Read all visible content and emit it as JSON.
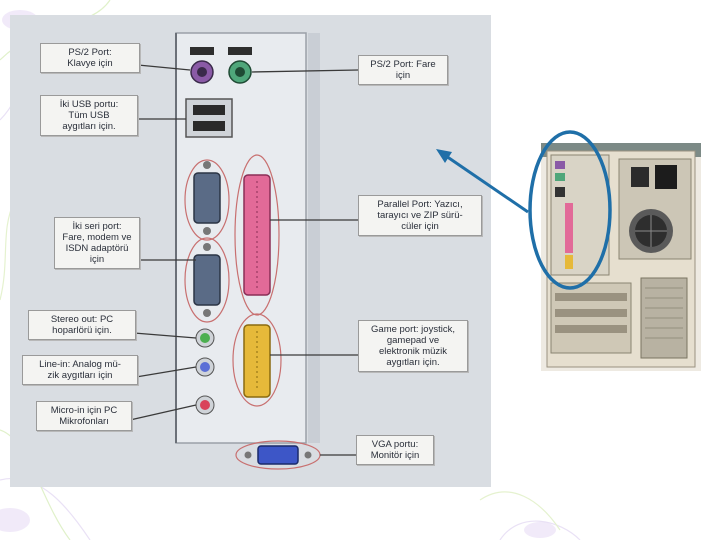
{
  "accent_arrow_color": "#1f6fa8",
  "labels": {
    "ps2_keyboard": [
      "PS/2 Port:",
      "Klavye için"
    ],
    "usb": [
      "İki USB portu:",
      "Tüm USB",
      "aygıtları için."
    ],
    "serial": [
      "İki seri port:",
      "Fare, modem ve",
      "ISDN adaptörü",
      "için"
    ],
    "stereo_out": [
      "Stereo out: PC",
      "hoparlörü için."
    ],
    "line_in": [
      "Line-in: Analog mü-",
      "zik aygıtları için"
    ],
    "mic_in": [
      "Micro-in için PC",
      "Mikrofonları"
    ],
    "ps2_mouse": [
      "PS/2 Port: Fare",
      "için"
    ],
    "parallel": [
      "Parallel Port: Yazıcı,",
      "tarayıcı ve ZIP sürü-",
      "cüler için"
    ],
    "game": [
      "Game port: joystick,",
      "gamepad ve",
      "elektronik müzik",
      "aygıtları için."
    ],
    "vga": [
      "VGA portu:",
      "Monitör için"
    ]
  },
  "icons": {
    "ps2_keyboard": "ps2-purple-port",
    "ps2_mouse": "ps2-green-port",
    "audio": [
      "green-jack",
      "blue-jack",
      "pink-jack"
    ]
  }
}
